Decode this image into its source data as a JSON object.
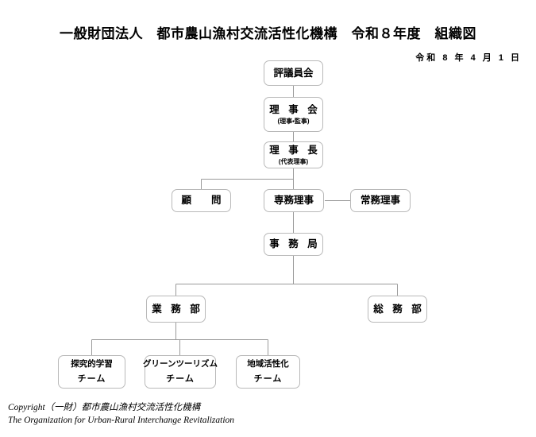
{
  "header": {
    "title": "一般財団法人　都市農山漁村交流活性化機構　令和８年度　組織図",
    "date": "令和 8 年 4 月 1 日"
  },
  "nodes": {
    "councillors": {
      "label": "評議員会"
    },
    "board": {
      "label": "理 事 会",
      "sublabel": "(理事・監事)"
    },
    "chairman": {
      "label": "理 事 長",
      "sublabel": "(代表理事)"
    },
    "advisor": {
      "label": "顧　　問"
    },
    "executive_dir": {
      "label": "専務理事"
    },
    "managing_dir": {
      "label": "常務理事"
    },
    "secretariat": {
      "label": "事 務 局"
    },
    "operations_dept": {
      "label": "業 務 部"
    },
    "general_affairs": {
      "label": "総 務 部"
    },
    "team_inquiry": {
      "label": "探究的学習",
      "label2": "チーム"
    },
    "team_green": {
      "label": "グリーンツーリズム",
      "label2": "チーム"
    },
    "team_regional": {
      "label": "地域活性化",
      "label2": "チーム"
    }
  },
  "footer": {
    "line1": "Copyright（一財）都市農山漁村交流活性化機構",
    "line2": "The Organization for Urban-Rural Interchange Revitalization"
  },
  "colors": {
    "box_border": "#b9b9b9",
    "connector": "#9a9a9a",
    "text": "#000000",
    "background": "#ffffff"
  }
}
